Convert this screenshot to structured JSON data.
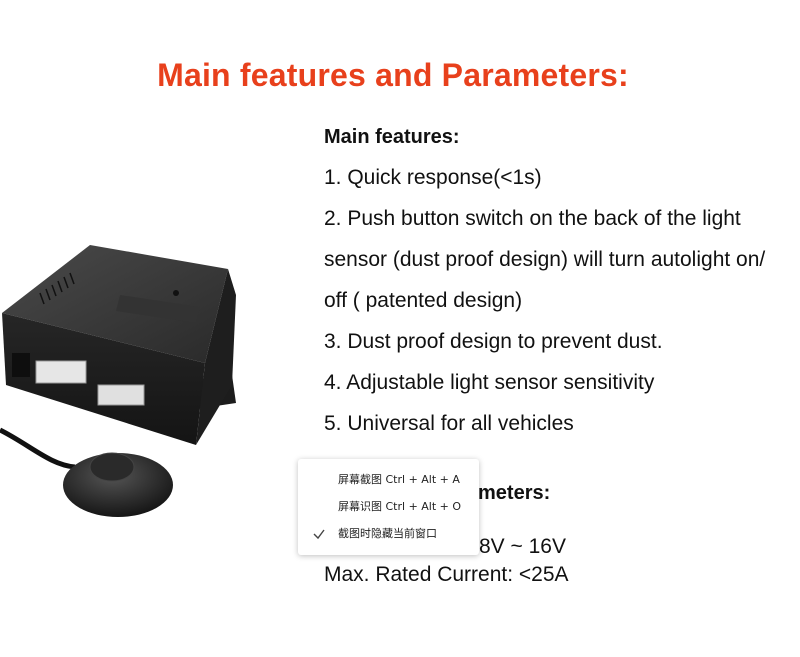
{
  "title": "Main features and Parameters:",
  "features": {
    "heading": "Main features:",
    "lines": [
      "1. Quick response(<1s)",
      "2. Push button switch on the back of the light",
      "sensor (dust proof design) will turn autolight on/",
      "off ( patented design)",
      "3. Dust proof design to prevent dust.",
      "4. Adjustable light sensor sensitivity",
      "5. Universal for all vehicles"
    ]
  },
  "parameters": {
    "heading_visible": "meters:",
    "voltage_visible": "8V ~ 16V",
    "current": "Max. Rated Current: <25A"
  },
  "context_menu": {
    "items": [
      {
        "label": "屏幕截图 Ctrl + Alt + A",
        "checked": false
      },
      {
        "label": "屏幕识图 Ctrl + Alt + O",
        "checked": false
      },
      {
        "label": "截图时隐藏当前窗口",
        "checked": true
      }
    ]
  },
  "colors": {
    "title": "#e8401c",
    "text": "#111111",
    "menu_background": "#ffffff"
  },
  "icons": {
    "checkmark": "check-icon"
  }
}
